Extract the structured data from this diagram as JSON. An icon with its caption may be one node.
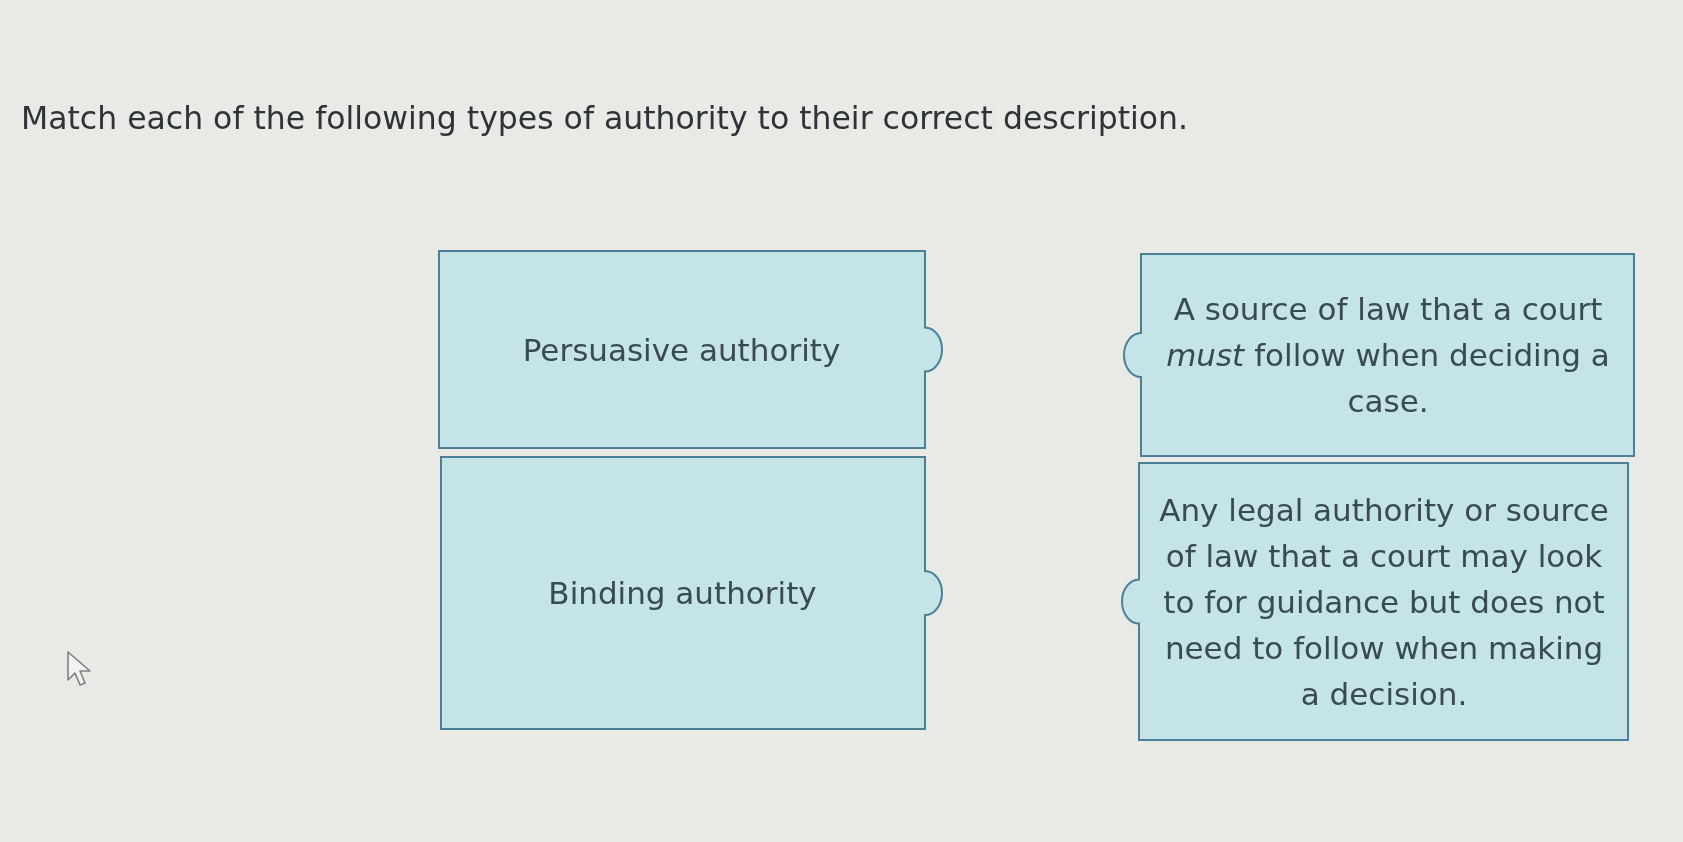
{
  "diagram": {
    "title": "Match each of the following types of authority to their correct description.",
    "nodes": [
      {
        "text": [
          "Persuasive authority"
        ]
      },
      {
        "text": [
          "Binding authority"
        ]
      },
      {
        "text": [
          "A source of law that a court *must* follow when deciding a case."
        ]
      },
      {
        "text": [
          "Any legal authority or source of law that a court may look to for guidance but does not need to follow when making a decision."
        ]
      }
    ]
  }
}
